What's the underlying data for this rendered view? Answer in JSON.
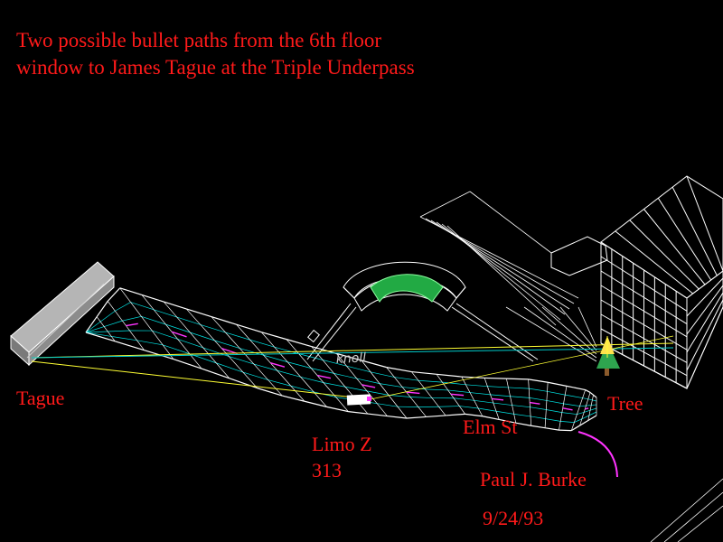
{
  "title": "Two possible bullet paths from the 6th floor window to James Tague at the Triple Underpass",
  "labels": {
    "tague": "Tague",
    "tree": "Tree",
    "limo_z": "Limo Z",
    "frame": "313",
    "elm_st": "Elm St",
    "knoll": "knoll",
    "author": "Paul J. Burke",
    "date": "9/24/93"
  },
  "colors": {
    "background": "#000000",
    "label_text": "#ff1a1a",
    "wireframe": "#ffffff",
    "road_grid": "#00e5e5",
    "bullet_path_1": "#ffff33",
    "bullet_path_2": "#00cccc",
    "lane_marks": "#ff33ff",
    "knoll_fill": "#22aa44"
  }
}
